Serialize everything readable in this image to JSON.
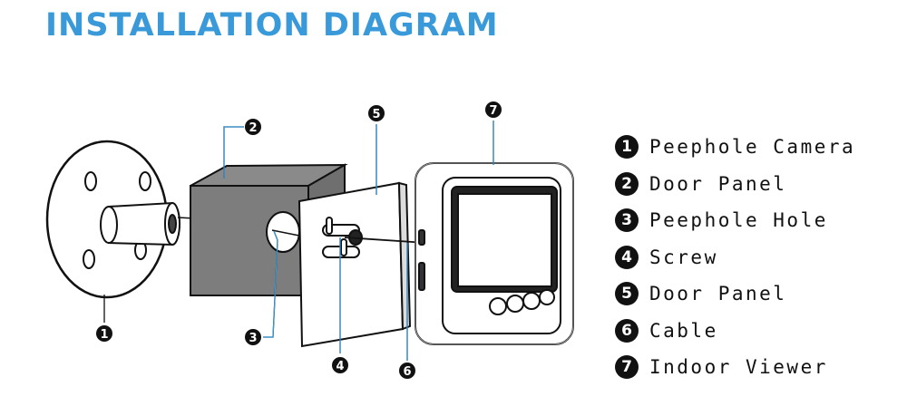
{
  "title": "INSTALLATION DIAGRAM",
  "accent_color": "#3a9ad9",
  "callouts": [
    "1",
    "2",
    "3",
    "4",
    "5",
    "6",
    "7"
  ],
  "legend": [
    {
      "num": "1",
      "label": "Peephole Camera"
    },
    {
      "num": "2",
      "label": "Door Panel"
    },
    {
      "num": "3",
      "label": "Peephole Hole"
    },
    {
      "num": "4",
      "label": "Screw"
    },
    {
      "num": "5",
      "label": "Door Panel"
    },
    {
      "num": "6",
      "label": "Cable"
    },
    {
      "num": "7",
      "label": "Indoor Viewer"
    }
  ]
}
